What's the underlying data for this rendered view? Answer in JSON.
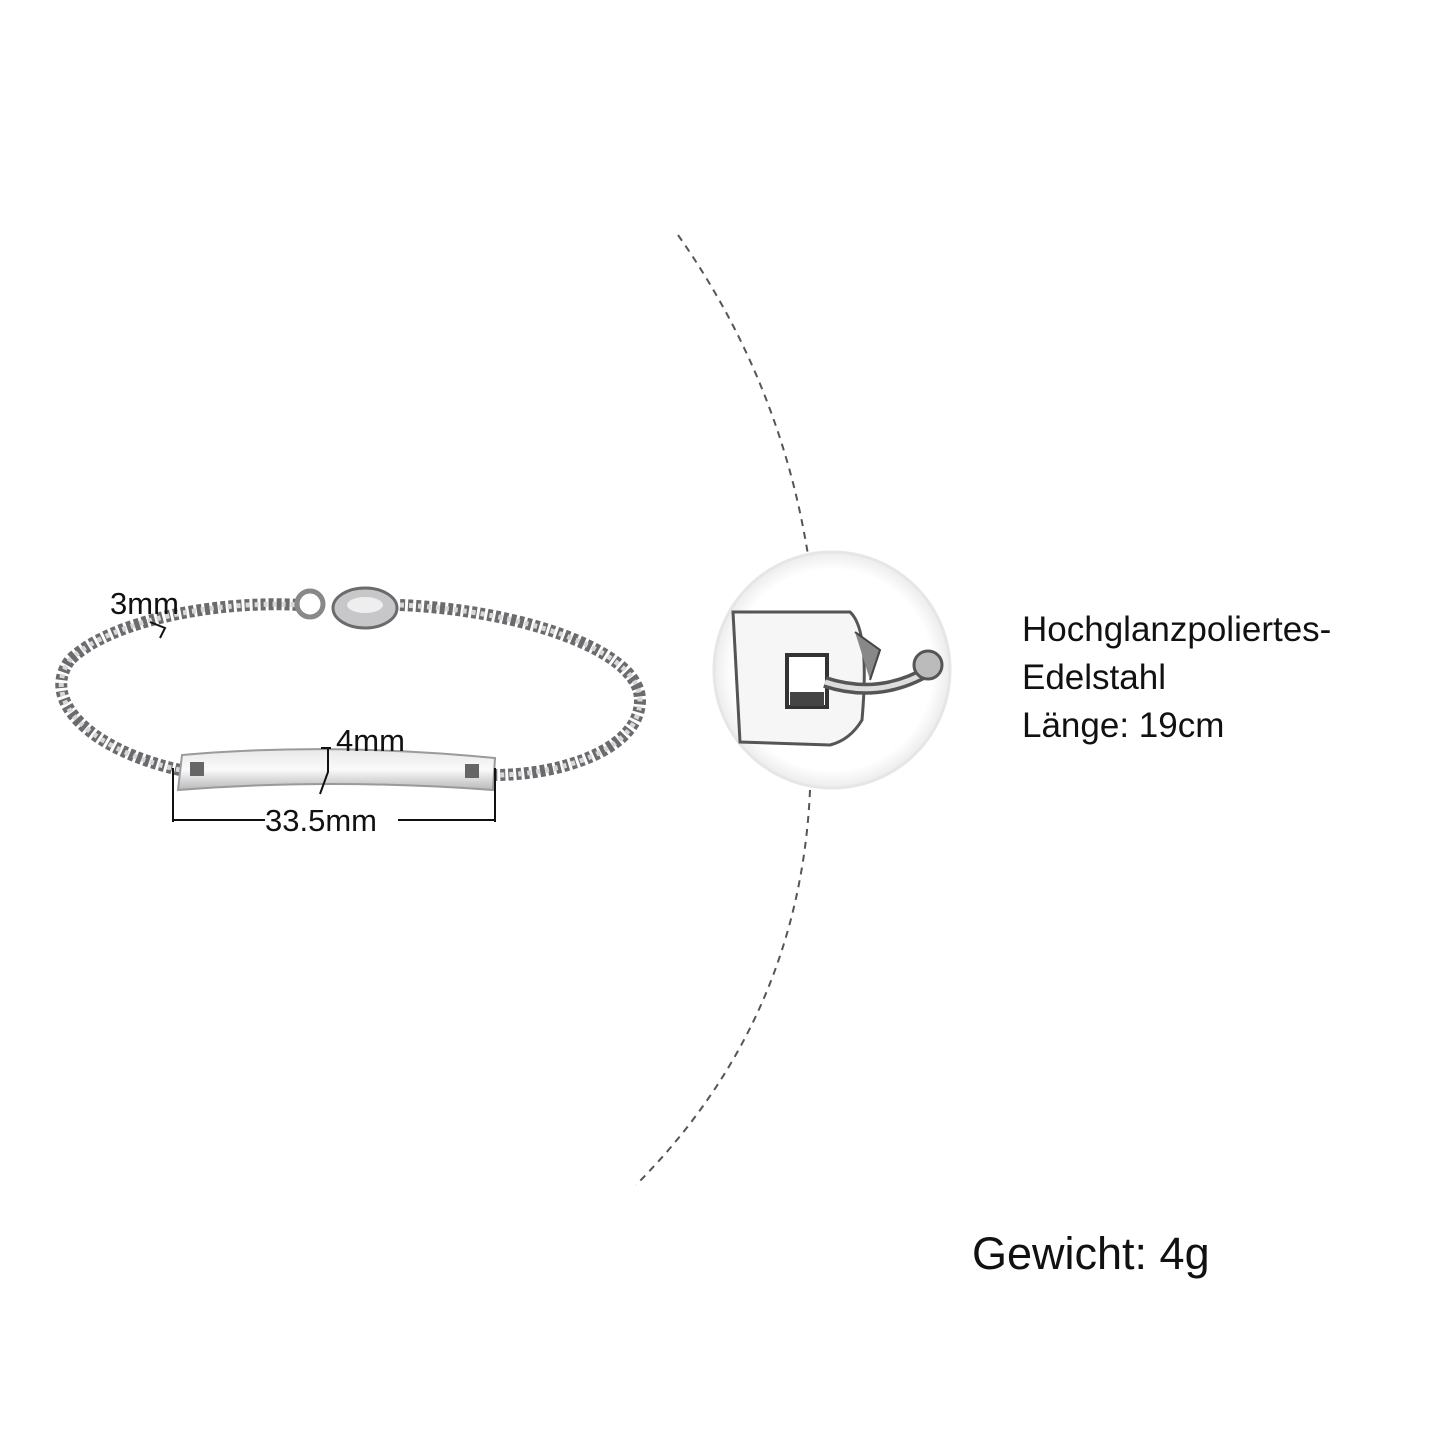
{
  "dimensions": {
    "chain_width": "3mm",
    "bar_height": "4mm",
    "bar_length": "33.5mm"
  },
  "specs": {
    "line1": "Hochglanzpoliertes-",
    "line2": "Edelstahl",
    "length": "Länge: 19cm"
  },
  "weight": "Gewicht: 4g",
  "colors": {
    "metal": "#a9a9ab",
    "metal_dark": "#6b6b6e",
    "text": "#111111"
  }
}
